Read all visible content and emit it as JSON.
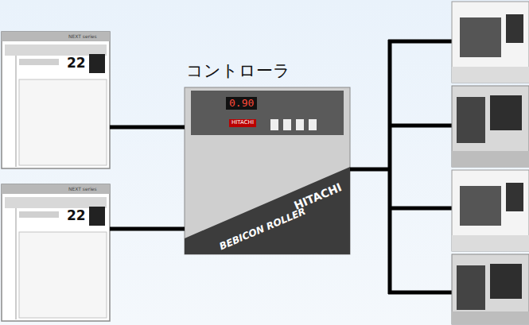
{
  "diagram": {
    "nodes": [
      {
        "text": [
          "NEXT series",
          "22"
        ]
      },
      {
        "text": [
          "NEXT series",
          "22"
        ]
      },
      {
        "text": [
          "コントローラ",
          "0.90",
          "HITACHI",
          "BEBICON ROLLER",
          "HITACHI"
        ]
      }
    ],
    "edges": [
      {
        "from": 0,
        "to": 2,
        "arrow": "none"
      },
      {
        "from": 1,
        "to": 2,
        "arrow": "none"
      }
    ]
  }
}
